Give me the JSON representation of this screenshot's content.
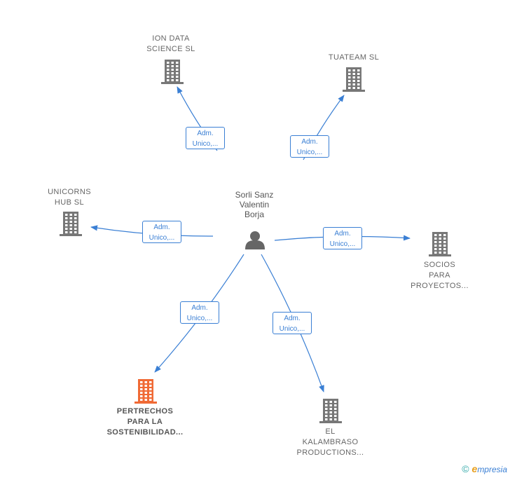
{
  "person": {
    "name": "Sorli Sanz\nValentin\nBorja",
    "icon": "person-icon"
  },
  "colors": {
    "edge": "#3a7fd4",
    "building": "#777777",
    "building_primary": "#f06a35",
    "label": "#666666"
  },
  "companies": [
    {
      "id": "ion",
      "name": "ION DATA\nSCIENCE  SL",
      "role": "Adm.\nUnico,...",
      "primary": false,
      "icon": "building-icon"
    },
    {
      "id": "tuateam",
      "name": "TUATEAM  SL",
      "role": "Adm.\nUnico,...",
      "primary": false,
      "icon": "building-icon"
    },
    {
      "id": "unicorns",
      "name": "UNICORNS\nHUB  SL",
      "role": "Adm.\nUnico,...",
      "primary": false,
      "icon": "building-icon"
    },
    {
      "id": "socios",
      "name": "SOCIOS\nPARA\nPROYECTOS...",
      "role": "Adm.\nUnico,...",
      "primary": false,
      "icon": "building-icon"
    },
    {
      "id": "pertrechos",
      "name": "PERTRECHOS\nPARA LA\nSOSTENIBILIDAD...",
      "role": "Adm.\nUnico,...",
      "primary": true,
      "icon": "building-icon"
    },
    {
      "id": "kalambraso",
      "name": "EL\nKALAMBRASO\nPRODUCTIONS...",
      "role": "Adm.\nUnico,...",
      "primary": false,
      "icon": "building-icon"
    }
  ],
  "footer": {
    "copyright": "©",
    "brand_initial": "e",
    "brand_rest": "mpresia"
  }
}
